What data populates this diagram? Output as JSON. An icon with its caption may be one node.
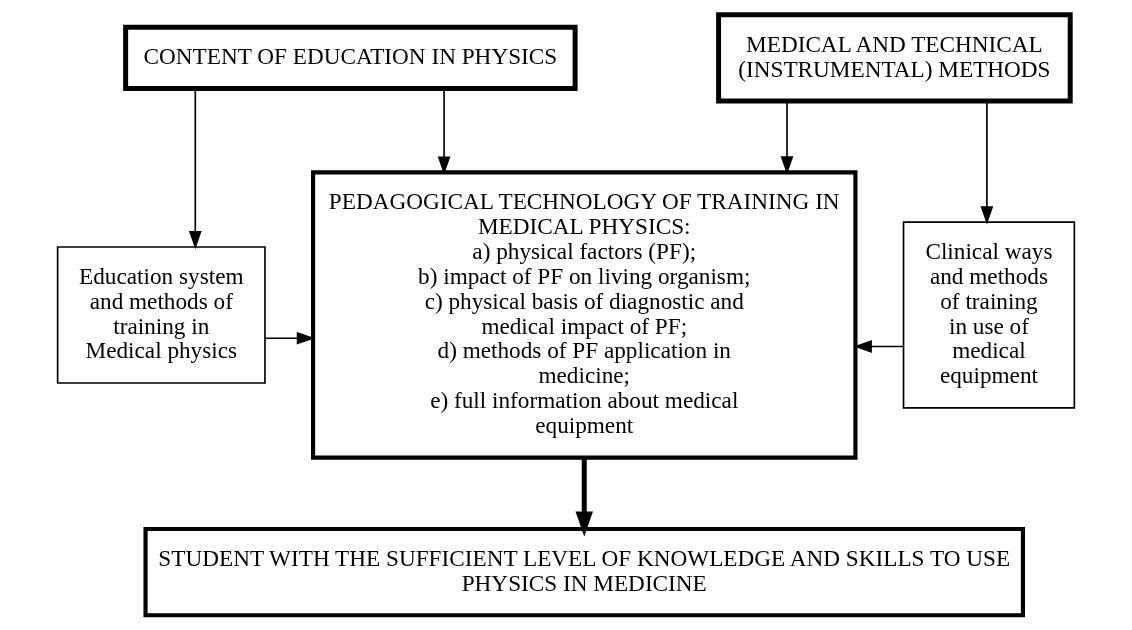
{
  "diagram": {
    "nodes": [
      {
        "text": [
          "CONTENT OF EDUCATION IN PHYSICS"
        ]
      },
      {
        "text": [
          "MEDICAL AND TECHNICAL (INSTRUMENTAL) METHODS"
        ]
      },
      {
        "text": [
          "Education system and methods of training in Medical physics"
        ]
      },
      {
        "text": [
          "PEDAGOGICAL TECHNOLOGY OF TRAINING IN MEDICAL PHYSICS:",
          "a) physical factors (PF);",
          "b) impact of PF on living organism;",
          "c) physical basis of diagnostic and medical impact of PF;",
          "d) methods of PF application in medicine;",
          "e) full information about medical equipment"
        ]
      },
      {
        "text": [
          "Clinical ways and methods of training in use of medical equipment"
        ]
      },
      {
        "text": [
          "STUDENT WITH THE SUFFICIENT LEVEL OF KNOWLEDGE AND SKILLS TO USE PHYSICS IN MEDICINE"
        ]
      }
    ],
    "edges": [
      {
        "from": 0,
        "to": 2,
        "arrow": "to"
      },
      {
        "from": 0,
        "to": 3,
        "arrow": "to"
      },
      {
        "from": 1,
        "to": 3,
        "arrow": "to"
      },
      {
        "from": 1,
        "to": 4,
        "arrow": "to"
      },
      {
        "from": 2,
        "to": 3,
        "arrow": "to"
      },
      {
        "from": 4,
        "to": 3,
        "arrow": "to"
      },
      {
        "from": 3,
        "to": 5,
        "arrow": "to",
        "style": "thick"
      }
    ]
  }
}
